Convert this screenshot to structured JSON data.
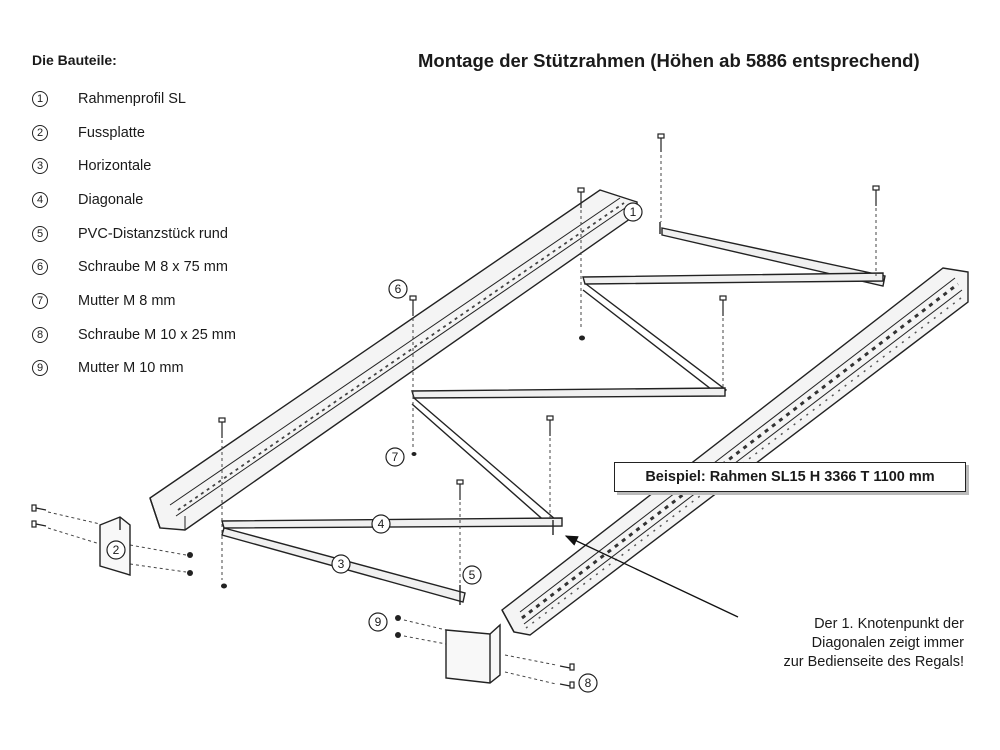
{
  "heading": "Die Bauteile:",
  "title": "Montage der Stützrahmen (Höhen ab 5886 entsprechend)",
  "parts": [
    {
      "num": "1",
      "name": "Rahmenprofil SL"
    },
    {
      "num": "2",
      "name": "Fussplatte"
    },
    {
      "num": "3",
      "name": "Horizontale"
    },
    {
      "num": "4",
      "name": "Diagonale"
    },
    {
      "num": "5",
      "name": "PVC-Distanzstück rund"
    },
    {
      "num": "6",
      "name": "Schraube M 8 x 75 mm"
    },
    {
      "num": "7",
      "name": "Mutter M 8 mm"
    },
    {
      "num": "8",
      "name": "Schraube M 10 x 25 mm"
    },
    {
      "num": "9",
      "name": "Mutter M 10 mm"
    }
  ],
  "example": "Beispiel: Rahmen SL15 H 3366 T 1100 mm",
  "note_lines": [
    "Der 1. Knotenpunkt der",
    "Diagonalen zeigt immer",
    "zur Bedienseite des Regals!"
  ],
  "callouts": {
    "c1": "1",
    "c2": "2",
    "c3": "3",
    "c4": "4",
    "c5": "5",
    "c6": "6",
    "c7": "7",
    "c8": "8",
    "c9": "9"
  }
}
